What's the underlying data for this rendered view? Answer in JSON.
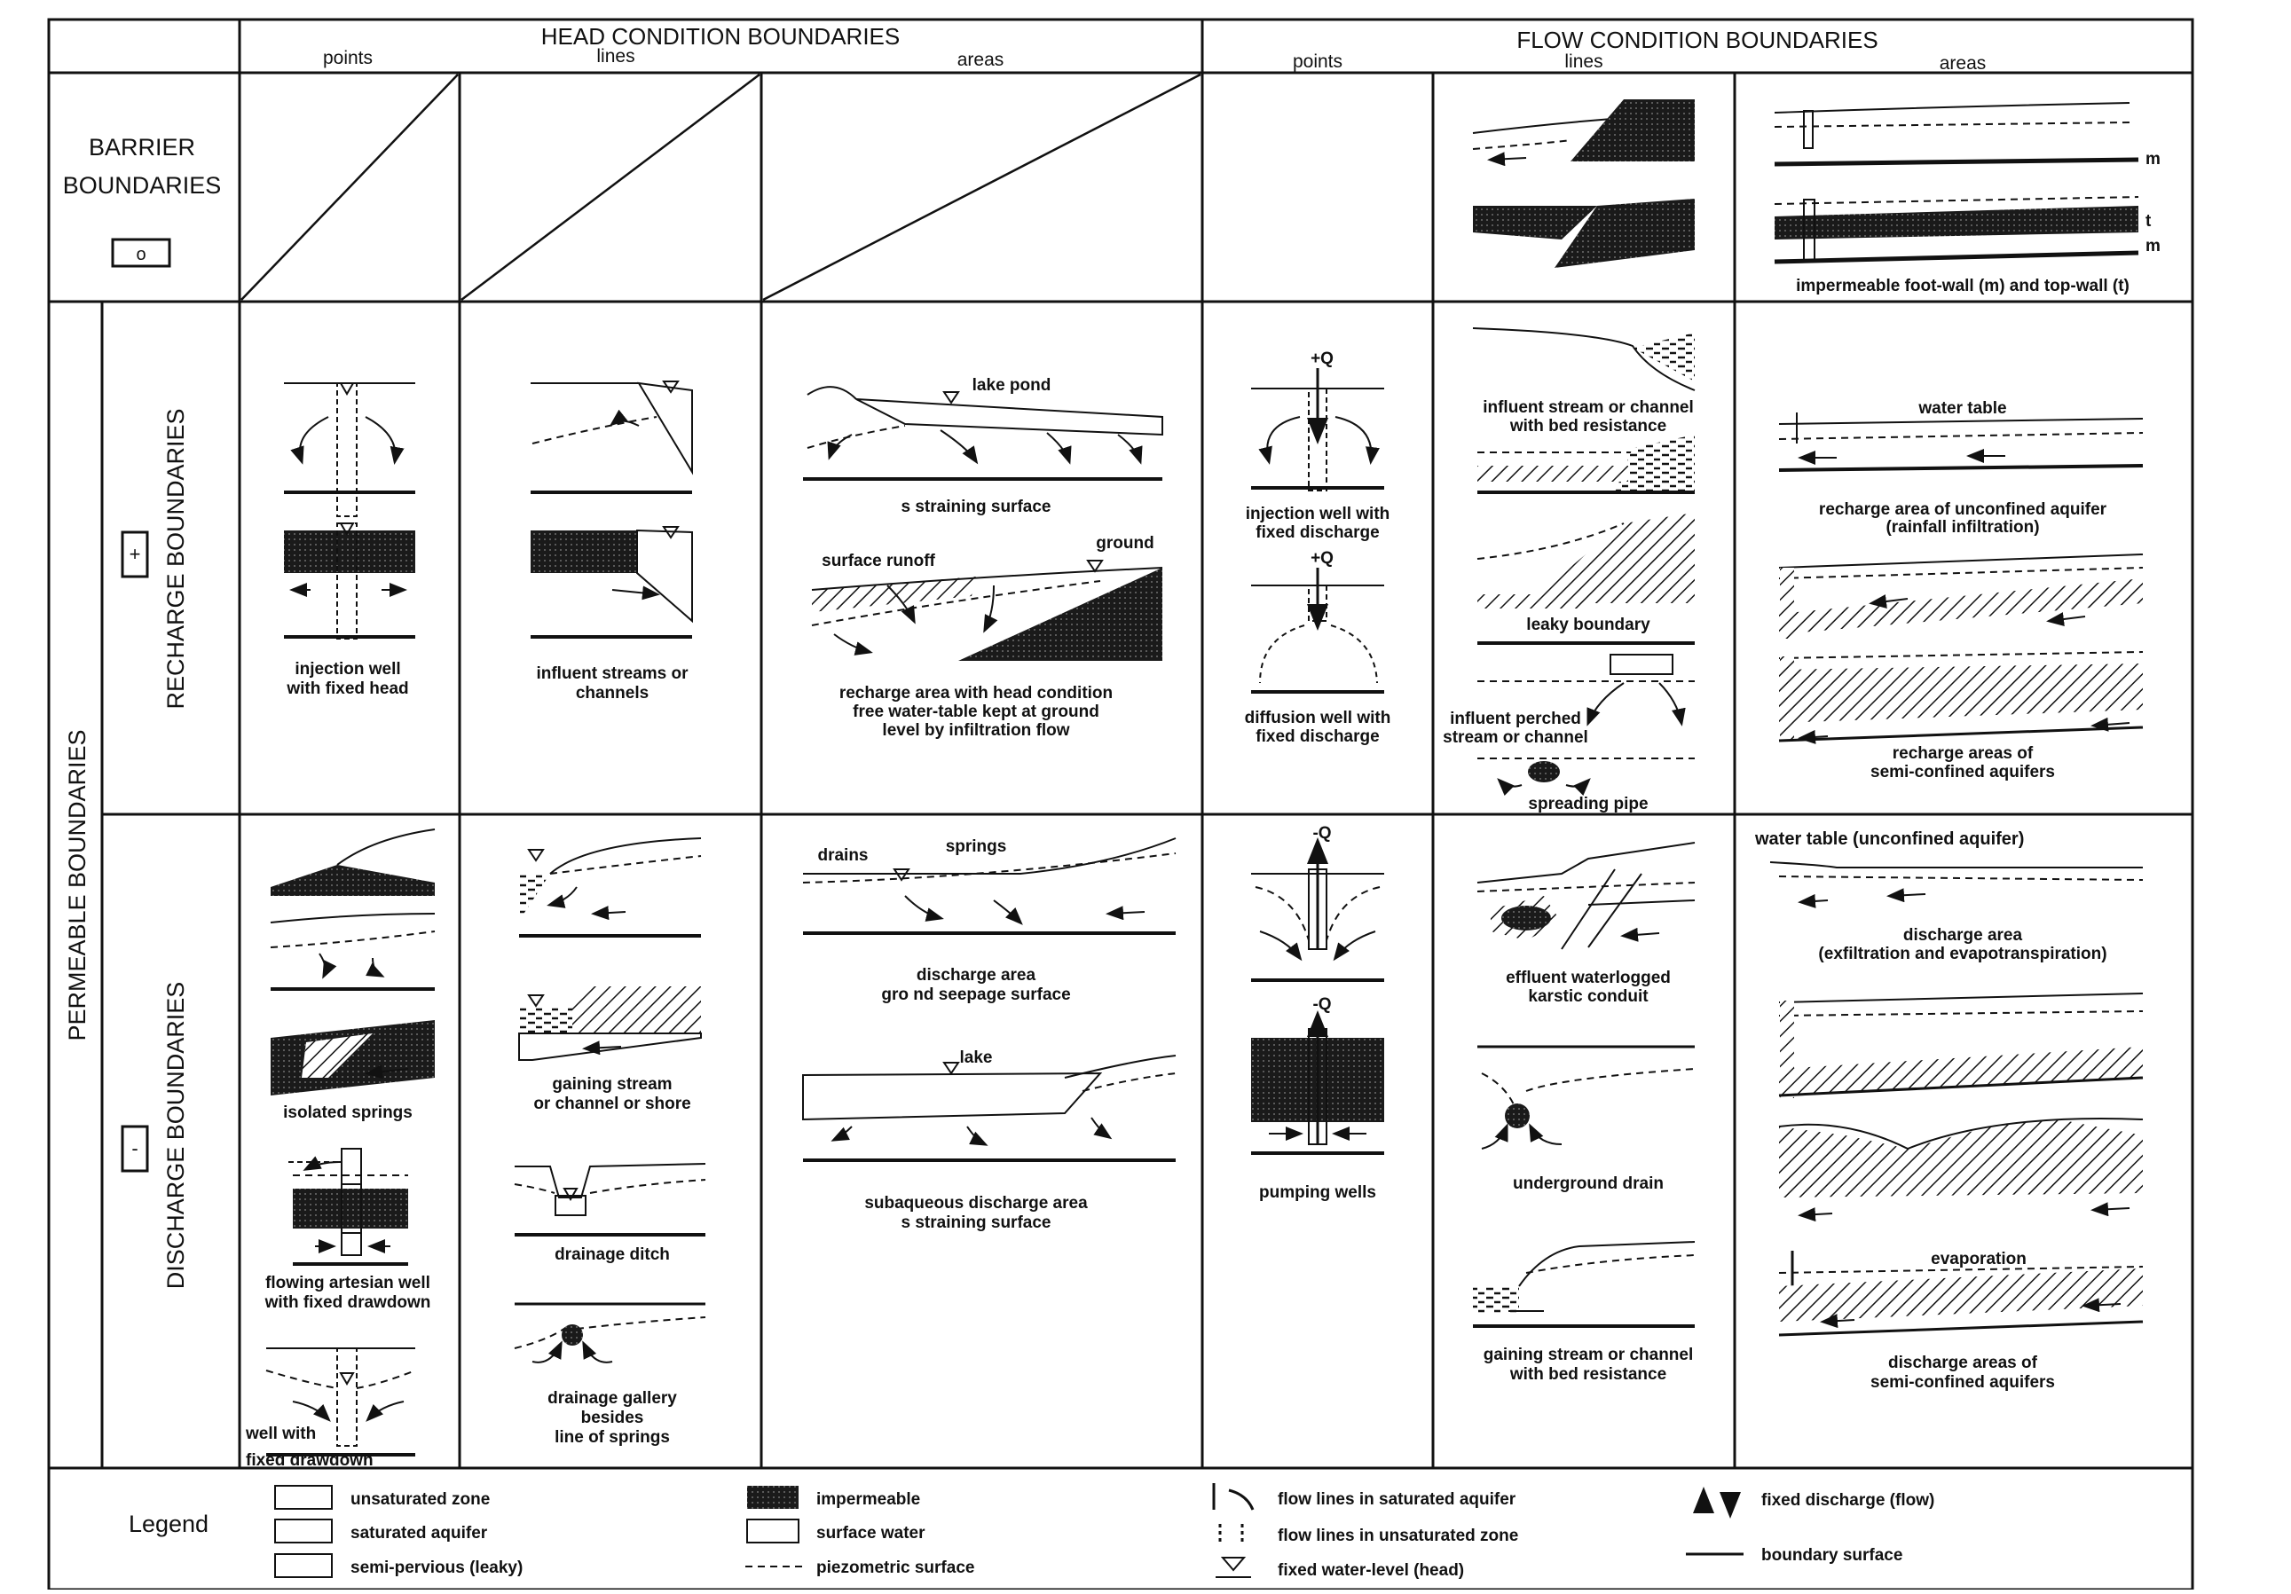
{
  "headers": {
    "head": "HEAD CONDITION BOUNDARIES",
    "flow": "FLOW CONDITION BOUNDARIES",
    "points": "points",
    "lines": "lines",
    "areas": "areas"
  },
  "rows": {
    "barrier": [
      "BARRIER",
      "BOUNDARIES"
    ],
    "barrier_symbol": "o",
    "permeable": "PERMEABLE BOUNDARIES",
    "recharge": "RECHARGE BOUNDARIES",
    "recharge_symbol": "+",
    "discharge": "DISCHARGE BOUNDARIES",
    "discharge_symbol": "-"
  },
  "captions": {
    "barrier_flow_areas": "impermeable foot-wall (m) and top-wall (t)",
    "recharge_head_points": [
      "injection well",
      "with fixed head"
    ],
    "recharge_head_lines": [
      "influent streams or",
      "channels"
    ],
    "recharge_head_areas_1": "s  straining surface",
    "recharge_head_areas_2": [
      "recharge area with head condition",
      "free water-table kept at ground",
      "level by infiltration flow"
    ],
    "recharge_flow_points_1": [
      "injection well with",
      "fixed discharge"
    ],
    "recharge_flow_points_2": [
      "diffusion well with",
      "fixed discharge"
    ],
    "recharge_flow_lines_1": [
      "influent stream or channel",
      "with bed resistance"
    ],
    "recharge_flow_lines_2": "leaky boundary",
    "recharge_flow_lines_3": [
      "influent perched",
      "stream or channel"
    ],
    "recharge_flow_lines_4": "spreading pipe",
    "recharge_flow_areas_1": [
      "recharge area of unconfined aquifer",
      "(rainfall infiltration)"
    ],
    "recharge_flow_areas_2": [
      "recharge areas of",
      "semi-confined aquifers"
    ],
    "discharge_head_points_1": "isolated springs",
    "discharge_head_points_2": [
      "flowing artesian well",
      "with fixed drawdown"
    ],
    "discharge_head_points_3": [
      "well with",
      "fixed drawdown"
    ],
    "discharge_head_lines_1": [
      "gaining stream",
      "or channel or shore"
    ],
    "discharge_head_lines_2": "drainage ditch",
    "discharge_head_lines_3": [
      "drainage gallery",
      "besides",
      "line of springs"
    ],
    "discharge_head_areas_1": [
      "discharge area",
      "gro  nd  seepage surface"
    ],
    "discharge_head_areas_2": [
      "subaqueous discharge area",
      "s  straining surface"
    ],
    "discharge_flow_points": "pumping wells",
    "discharge_flow_lines_1": [
      "effluent waterlogged",
      "karstic conduit"
    ],
    "discharge_flow_lines_2": "underground drain",
    "discharge_flow_lines_3": [
      "gaining stream or channel",
      "with bed resistance"
    ],
    "discharge_flow_areas_1": [
      "discharge area",
      "(exfiltration and evapotranspiration)"
    ],
    "discharge_flow_areas_2": [
      "discharge areas of",
      "semi-confined aquifers"
    ]
  },
  "labels": {
    "lake_pond": "lake pond",
    "ground": "ground",
    "surface_runoff": "surface runoff",
    "water_table": "water table",
    "drains": "drains",
    "springs": "springs",
    "lake": "lake",
    "water_table_unconfined": "water table (unconfined aquifer)",
    "evaporation": "evaporation",
    "plus_q": "+Q",
    "minus_q": "-Q",
    "m": "m",
    "t": "t"
  },
  "legend": {
    "title": "Legend",
    "items": [
      "unsaturated zone",
      "saturated aquifer",
      "semi-pervious (leaky)",
      "impermeable",
      "surface water",
      "piezometric surface",
      "flow lines in saturated aquifer",
      "flow lines in unsaturated zone",
      "fixed water-level (head)",
      "fixed discharge (flow)",
      "boundary surface"
    ]
  }
}
